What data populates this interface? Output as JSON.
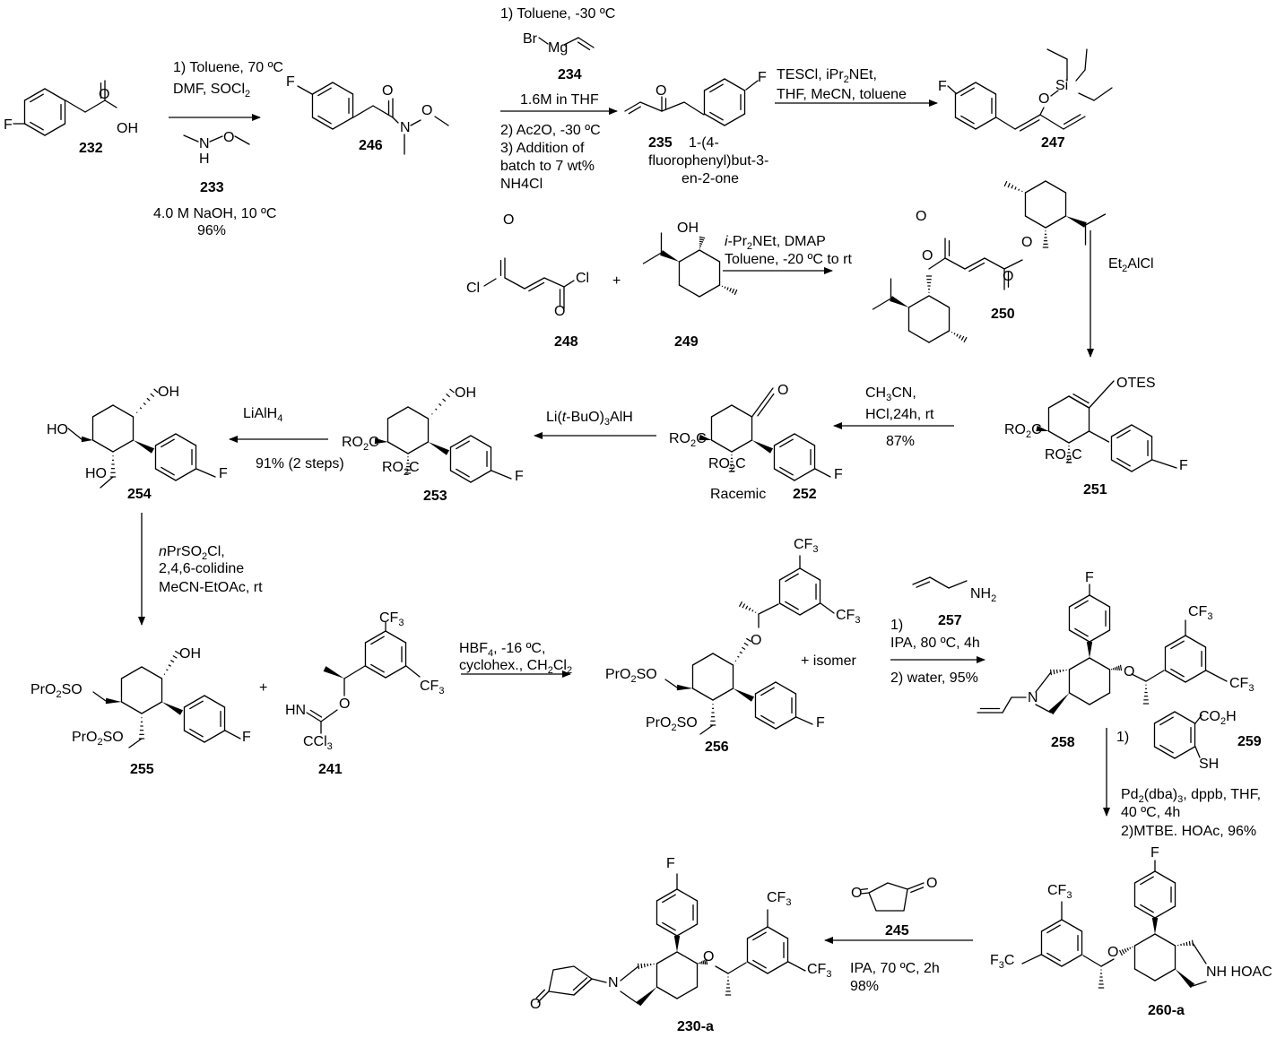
{
  "compounds": {
    "c232": "232",
    "c233": "233",
    "c246": "246",
    "c234": "234",
    "c235": "235",
    "c247": "247",
    "c248": "248",
    "c249": "249",
    "c250": "250",
    "c251": "251",
    "c252": "252",
    "c253": "253",
    "c254": "254",
    "c255": "255",
    "c241": "241",
    "c256": "256",
    "c257": "257",
    "c258": "258",
    "c259": "259",
    "c260a": "260-a",
    "c245": "245",
    "c230a": "230-a"
  },
  "names": {
    "c235_name": [
      "1-(4-",
      "fluorophenyl)but-3-",
      "en-2-one"
    ],
    "racemic": "Racemic",
    "isomer": "+ isomer",
    "plus": "+"
  },
  "atoms": {
    "F": "F",
    "O": "O",
    "OH": "OH",
    "N": "N",
    "H": "H",
    "Br": "Br",
    "Mg": "Mg",
    "Si": "Si",
    "Cl": "Cl",
    "OTES": "OTES",
    "NH2": "NH",
    "NH2_sub": "2",
    "CF3": "CF",
    "CF3_sub": "3",
    "F3C": "F",
    "F3C_sub": "3",
    "F3C_tail": "C",
    "RO2C": "RO",
    "RO2C_sub": "2",
    "RO2C_tail": "C",
    "HO": "HO",
    "PrO2SO": "PrO",
    "PrO2SO_sub": "2",
    "PrO2SO_tail": "SO",
    "HN": "HN",
    "CCl3": "CCl",
    "CCl3_sub": "3",
    "CO2H": "CO",
    "CO2H_sub": "2",
    "CO2H_tail": "H",
    "SH": "SH",
    "NH_HOAC": "NH HOAC"
  },
  "conditions": {
    "step1": {
      "top": [
        "1) Toluene, 70 ºC",
        "DMF, SOCl"
      ],
      "top_sub": "2",
      "bottom": [
        "4.0 M NaOH, 10 ºC",
        "96%"
      ]
    },
    "step2": {
      "top": [
        "1) Toluene, -30 ºC",
        "1.6M in THF"
      ],
      "bottom": [
        "2) Ac2O, -30 ºC",
        "3) Addition of",
        "batch to 7 wt%",
        "NH4Cl"
      ]
    },
    "step3": {
      "line1_a": "TESCl, iPr",
      "line1_sub": "2",
      "line1_b": "NEt,",
      "line2": "THF, MeCN, toluene"
    },
    "step4": {
      "line1_a": "i",
      "line1_b": "-Pr",
      "line1_sub": "2",
      "line1_c": "NEt, DMAP",
      "line2": "Toluene, -20 ºC to rt"
    },
    "step5": {
      "a": "Et",
      "sub": "2",
      "b": "AlCl"
    },
    "step6": {
      "line1_a": "CH",
      "line1_sub": "3",
      "line1_b": "CN,",
      "line2": "HCl,24h, rt",
      "line3": "87%"
    },
    "step7": {
      "a": "Li(",
      "b": "t",
      "c": "-BuO)",
      "sub": "3",
      "d": "AlH"
    },
    "step8": {
      "a": "LiAlH",
      "sub": "4",
      "yield": "91% (2 steps)"
    },
    "step9": {
      "line1_a": "n",
      "line1_b": "PrSO",
      "line1_sub": "2",
      "line1_c": "Cl,",
      "line2": "2,4,6-colidine",
      "line3": "MeCN-EtOAc, rt"
    },
    "step10": {
      "line1_a": "HBF",
      "line1_sub": "4",
      "line1_b": ", -16 ºC,",
      "line2_a": "cyclohex., CH",
      "line2_sub1": "2",
      "line2_b": "Cl",
      "line2_sub2": "2"
    },
    "step11": {
      "pre": "1)",
      "line1": "IPA, 80 ºC, 4h",
      "line2": "2) water, 95%"
    },
    "step12": {
      "pre": "1)",
      "line1_a": "Pd",
      "line1_sub1": "2",
      "line1_b": "(dba)",
      "line1_sub2": "3",
      "line1_c": ", dppb, THF,",
      "line2": "40 ºC, 4h",
      "line3": "2)MTBE. HOAc, 96%"
    },
    "step13": {
      "line1": "IPA, 70 ºC, 2h",
      "line2": "98%"
    }
  }
}
